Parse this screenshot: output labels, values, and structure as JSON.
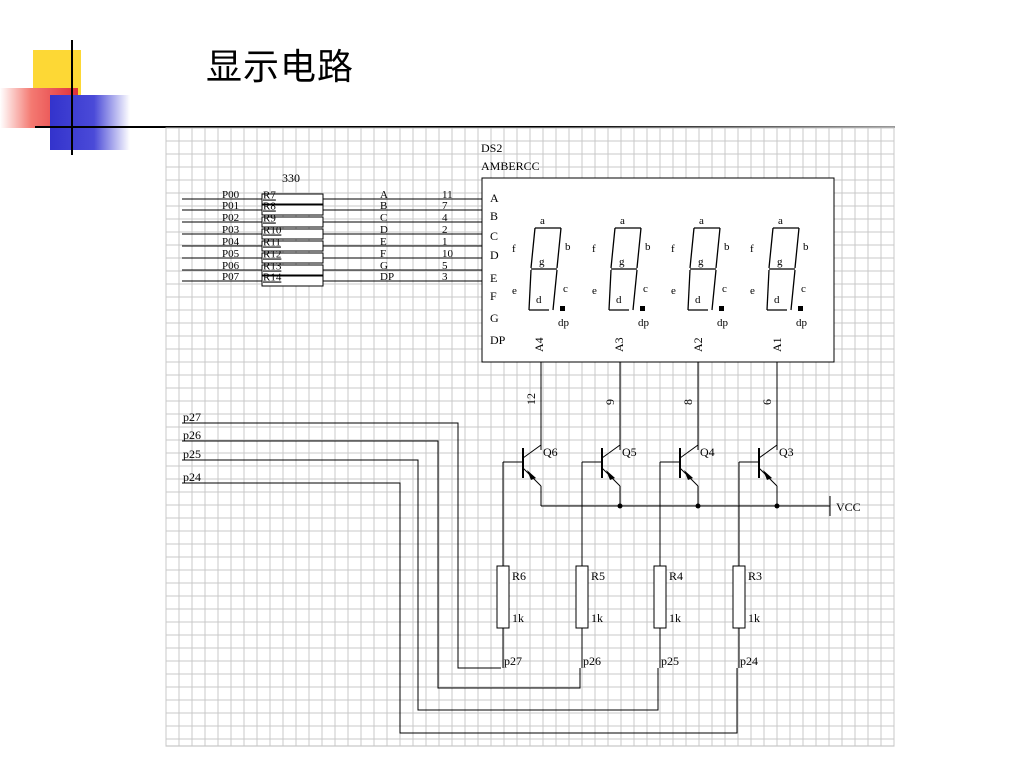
{
  "slide": {
    "title": "显示电路"
  },
  "display": {
    "ref": "DS2",
    "part": "AMBERCC",
    "seg_pins": [
      "A",
      "B",
      "C",
      "D",
      "E",
      "F",
      "G",
      "DP"
    ],
    "digits": [
      "A4",
      "A3",
      "A2",
      "A1"
    ],
    "seg_labels": {
      "a": "a",
      "b": "b",
      "c": "c",
      "d": "d",
      "e": "e",
      "f": "f",
      "g": "g",
      "dp": "dp"
    },
    "common_pins": [
      "12",
      "9",
      "8",
      "6"
    ]
  },
  "segment_bus": {
    "resistor_value": "330",
    "ports": [
      "P00",
      "P01",
      "P02",
      "P03",
      "P04",
      "P05",
      "P06",
      "P07"
    ],
    "resistors": [
      "R7",
      "R8",
      "R9",
      "R10",
      "R11",
      "R12",
      "R13",
      "R14"
    ],
    "nets": [
      "A",
      "B",
      "C",
      "D",
      "E",
      "F",
      "G",
      "DP"
    ],
    "pins": [
      "11",
      "7",
      "4",
      "2",
      "1",
      "10",
      "5",
      "3"
    ]
  },
  "drivers": {
    "inputs": [
      "p27",
      "p26",
      "p25",
      "p24"
    ],
    "transistors": [
      "Q6",
      "Q5",
      "Q4",
      "Q3"
    ],
    "resistors": [
      "R6",
      "R5",
      "R4",
      "R3"
    ],
    "resistor_values": [
      "1k",
      "1k",
      "1k",
      "1k"
    ],
    "base_nets": [
      "p27",
      "p26",
      "p25",
      "p24"
    ],
    "vcc": "VCC"
  }
}
